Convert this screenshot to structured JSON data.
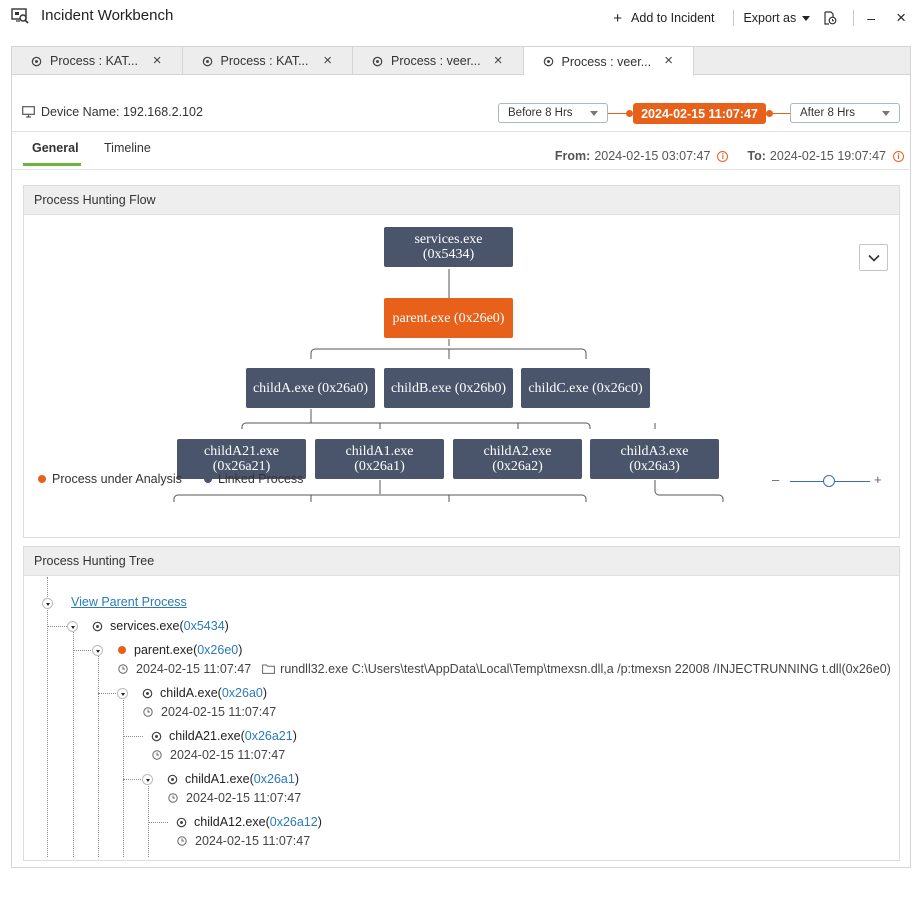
{
  "window": {
    "title": "Incident Workbench",
    "add_to_incident": "Add to Incident",
    "export_as": "Export as",
    "minimize": "–",
    "close": "×"
  },
  "tabs": [
    {
      "label": "Process : KAT..."
    },
    {
      "label": "Process : KAT..."
    },
    {
      "label": "Process : veer..."
    },
    {
      "label": "Process : veer...",
      "active": true
    }
  ],
  "device": {
    "label": "Device Name: 192.168.2.102"
  },
  "time_window": {
    "before": "Before 8 Hrs",
    "center": "2024-02-15 11:07:47",
    "after": "After 8 Hrs"
  },
  "subtabs": [
    {
      "label": "General",
      "active": true
    },
    {
      "label": "Timeline"
    }
  ],
  "range": {
    "from_label": "From:",
    "from_value": "2024-02-15 03:07:47",
    "to_label": "To:",
    "to_value": "2024-02-15 19:07:47"
  },
  "flow": {
    "header": "Process Hunting Flow",
    "nodes": {
      "services": {
        "name": "services.exe",
        "pid": "(0x5434)"
      },
      "parent": "parent.exe (0x26e0)",
      "childA": "childA.exe (0x26a0)",
      "childB": "childB.exe (0x26b0)",
      "childC": "childC.exe (0x26c0)",
      "childA21": {
        "name": "childA21.exe",
        "pid": "(0x26a21)"
      },
      "childA1": {
        "name": "childA1.exe",
        "pid": "(0x26a1)"
      },
      "childA2": {
        "name": "childA2.exe",
        "pid": "(0x26a2)"
      },
      "childA3": {
        "name": "childA3.exe",
        "pid": "(0x26a3)"
      }
    },
    "legend": {
      "analysis": "Process under Analysis",
      "linked": "Linked Process"
    },
    "colors": {
      "analysis": "#e8611a",
      "linked": "#4a556b"
    },
    "zoom": {
      "minus": "–",
      "plus": "+",
      "level": 0.5
    }
  },
  "tree": {
    "header": "Process Hunting Tree",
    "view_parent": "View Parent Process",
    "rows": {
      "services": {
        "name": "services.exe(",
        "pid": "0x5434",
        "close": ")"
      },
      "parent": {
        "name": "parent.exe(",
        "pid": "0x26e0",
        "close": ")",
        "time": "2024-02-15 11:07:47",
        "cmd": "rundll32.exe C:\\Users\\test\\AppData\\Local\\Temp\\tmexsn.dll,a /p:tmexsn 22008 /INJECTRUNNING t.dll(0x26e0)"
      },
      "childA": {
        "name": "childA.exe(",
        "pid": "0x26a0",
        "close": ")",
        "time": "2024-02-15 11:07:47"
      },
      "childA21": {
        "name": "childA21.exe(",
        "pid": "0x26a21",
        "close": ")",
        "time": "2024-02-15 11:07:47"
      },
      "childA1": {
        "name": "childA1.exe(",
        "pid": "0x26a1",
        "close": ")",
        "time": "2024-02-15 11:07:47"
      },
      "childA12": {
        "name": "childA12.exe(",
        "pid": "0x26a12",
        "close": ")",
        "time": "2024-02-15 11:07:47"
      }
    }
  }
}
